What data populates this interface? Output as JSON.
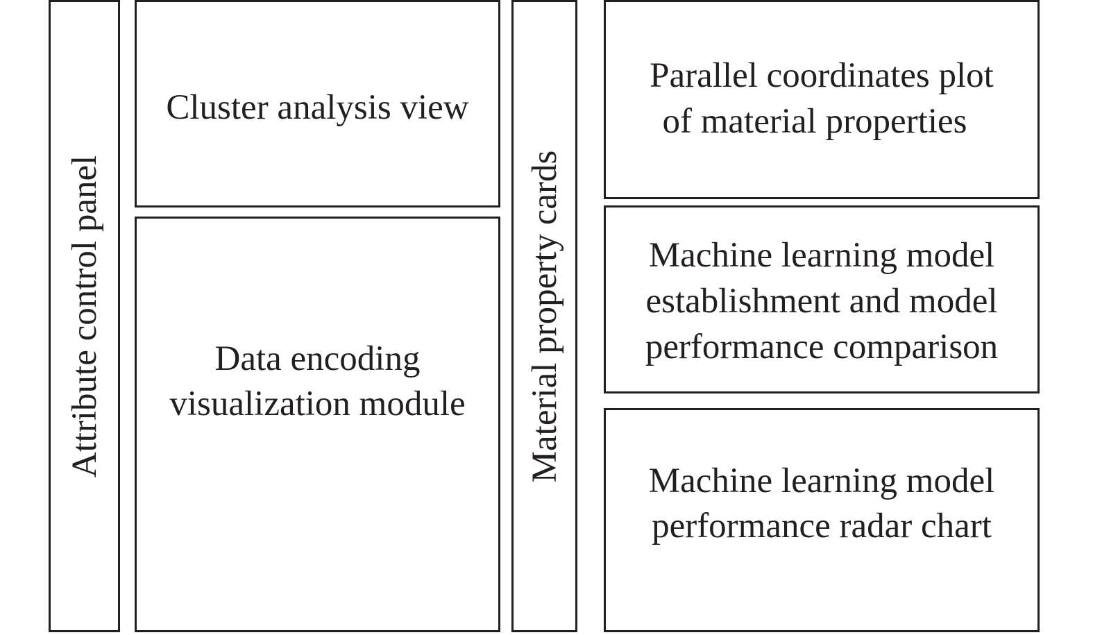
{
  "modules": {
    "attribute_panel": "Attribute control panel",
    "cluster_view": "Cluster analysis view",
    "data_encoding": [
      "Data encoding",
      "visualization module"
    ],
    "material_cards": "Material property cards",
    "parallel_coords": [
      "Parallel coordinates plot",
      "of material properties"
    ],
    "ml_model": [
      "Machine learning model",
      "establishment and model",
      "performance comparison"
    ],
    "radar_chart": [
      "Machine learning model",
      "performance radar chart"
    ]
  }
}
